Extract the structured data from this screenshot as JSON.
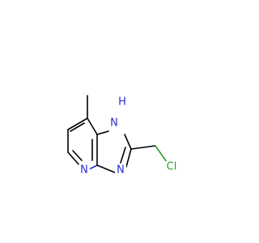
{
  "molecule": {
    "atoms": {
      "n_py": {
        "label": "N",
        "color": "#2b2bd6"
      },
      "n_h": {
        "label": "N",
        "color": "#2b2bd6"
      },
      "h_n": {
        "label": "H",
        "color": "#2b2bd6"
      },
      "n_im": {
        "label": "N",
        "color": "#2b2bd6"
      },
      "cl": {
        "label": "Cl",
        "color": "#2f9a2f"
      }
    }
  }
}
